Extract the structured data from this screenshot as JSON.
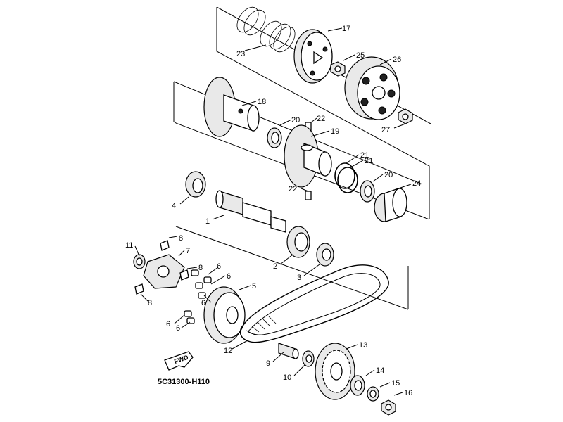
{
  "diagram": {
    "code": "5C31300-H110",
    "fwd_label": "FWD",
    "labels": {
      "p1": "1",
      "p2": "2",
      "p3": "3",
      "p4": "4",
      "p5": "5",
      "p6a": "6",
      "p6b": "6",
      "p6c": "6",
      "p6d": "6",
      "p6e": "6",
      "p7": "7",
      "p8a": "8",
      "p8b": "8",
      "p8c": "8",
      "p9": "9",
      "p10": "10",
      "p11": "11",
      "p12": "12",
      "p13": "13",
      "p14": "14",
      "p15": "15",
      "p16": "16",
      "p17": "17",
      "p18": "18",
      "p19": "19",
      "p20a": "20",
      "p20b": "20",
      "p21a": "21",
      "p21b": "21",
      "p22a": "22",
      "p22b": "22",
      "p23": "23",
      "p24": "24",
      "p25": "25",
      "p26": "26",
      "p27": "27"
    }
  }
}
